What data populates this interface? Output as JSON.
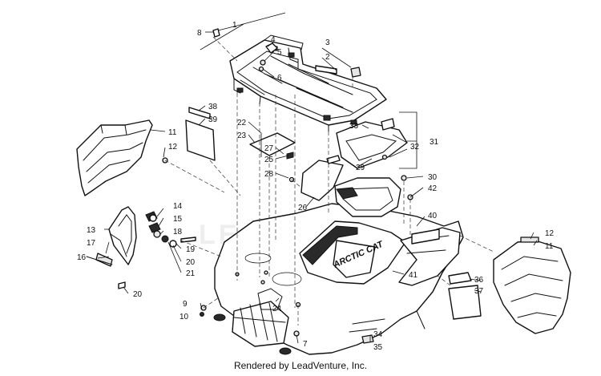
{
  "watermark": "LEADVENTURE",
  "hood_brand_text": "ARCTIC CAT",
  "footer": "Rendered by LeadVenture, Inc.",
  "callouts": {
    "c1": "1",
    "c2": "2",
    "c3": "3",
    "c4": "4",
    "c5": "5",
    "c6": "6",
    "c7": "7",
    "c8": "8",
    "c9": "9",
    "c10": "10",
    "c11a": "11",
    "c11b": "11",
    "c12a": "12",
    "c12b": "12",
    "c13": "13",
    "c14": "14",
    "c15": "15",
    "c16": "16",
    "c17": "17",
    "c18": "18",
    "c19": "19",
    "c20a": "20",
    "c20b": "20",
    "c21": "21",
    "c22": "22",
    "c23": "23",
    "c24": "24",
    "c25": "25",
    "c26": "26",
    "c27": "27",
    "c28": "28",
    "c29": "29",
    "c30": "30",
    "c31": "31",
    "c32": "32",
    "c33": "33",
    "c34": "34",
    "c35": "35",
    "c36": "36",
    "c37": "37",
    "c38": "38",
    "c39": "39",
    "c40": "40",
    "c41": "41",
    "c42": "42"
  }
}
